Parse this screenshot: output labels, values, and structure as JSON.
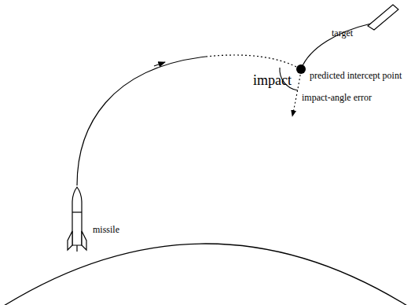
{
  "diagram": {
    "labels": [
      "target",
      "impact",
      "predicted intercept point",
      "impact-angle error",
      "missile"
    ]
  }
}
